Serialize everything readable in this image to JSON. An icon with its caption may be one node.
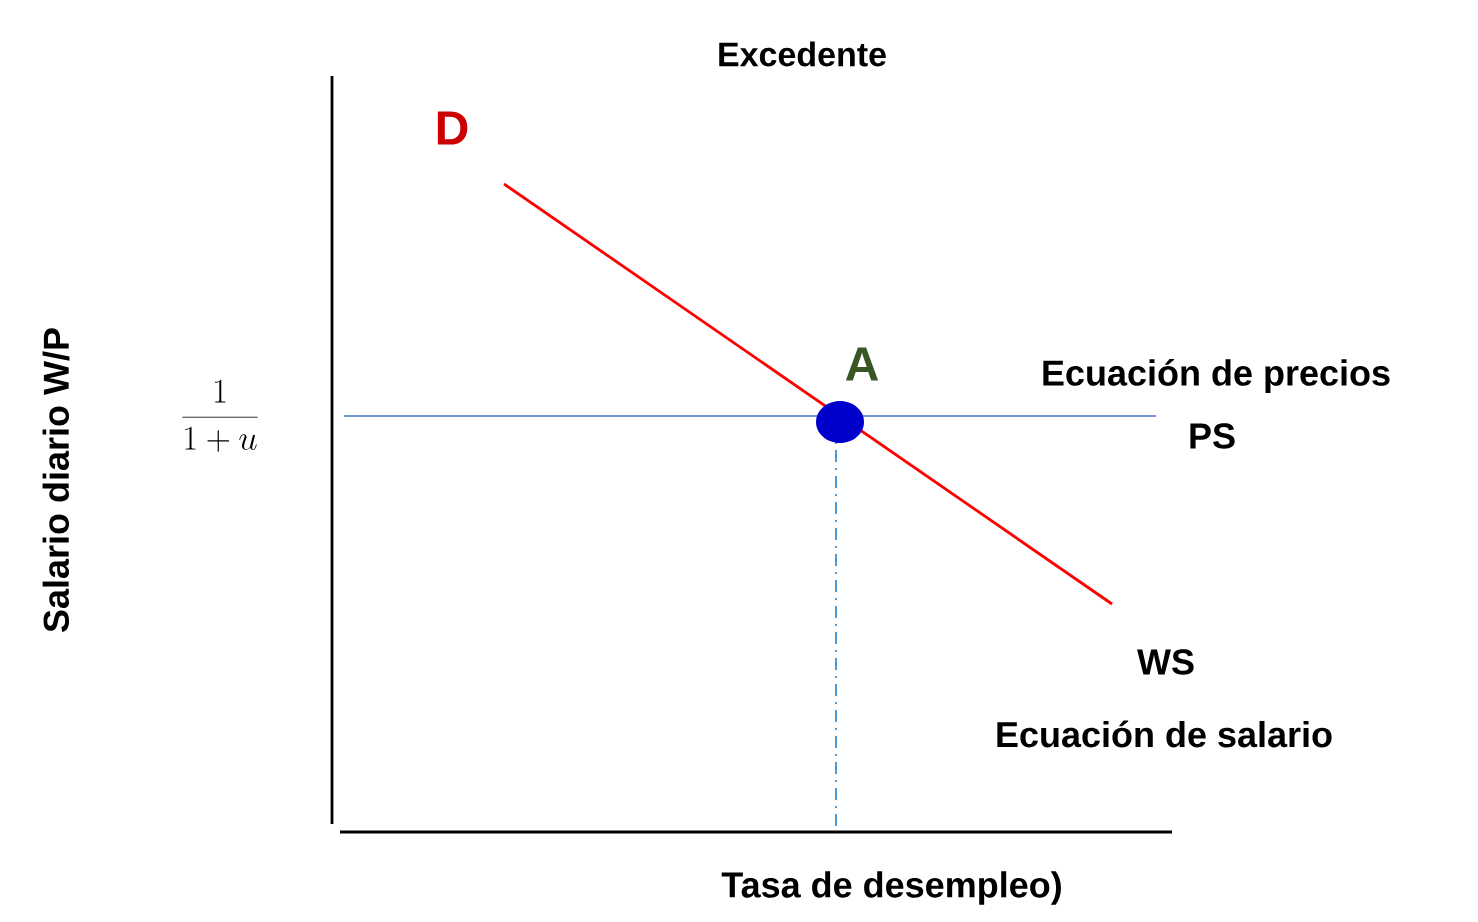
{
  "diagram": {
    "title": "Excedente",
    "nodes": [
      {
        "text": [],
        "shape": "circle",
        "beside": [
          "A"
        ]
      }
    ],
    "labels": [
      "D",
      "Ecuación de precios",
      "PS",
      "WS",
      "Ecuación de salario",
      "Salario diario W/P",
      "\\frac{1}{1+u}",
      "Tasa de desempleo)"
    ]
  }
}
